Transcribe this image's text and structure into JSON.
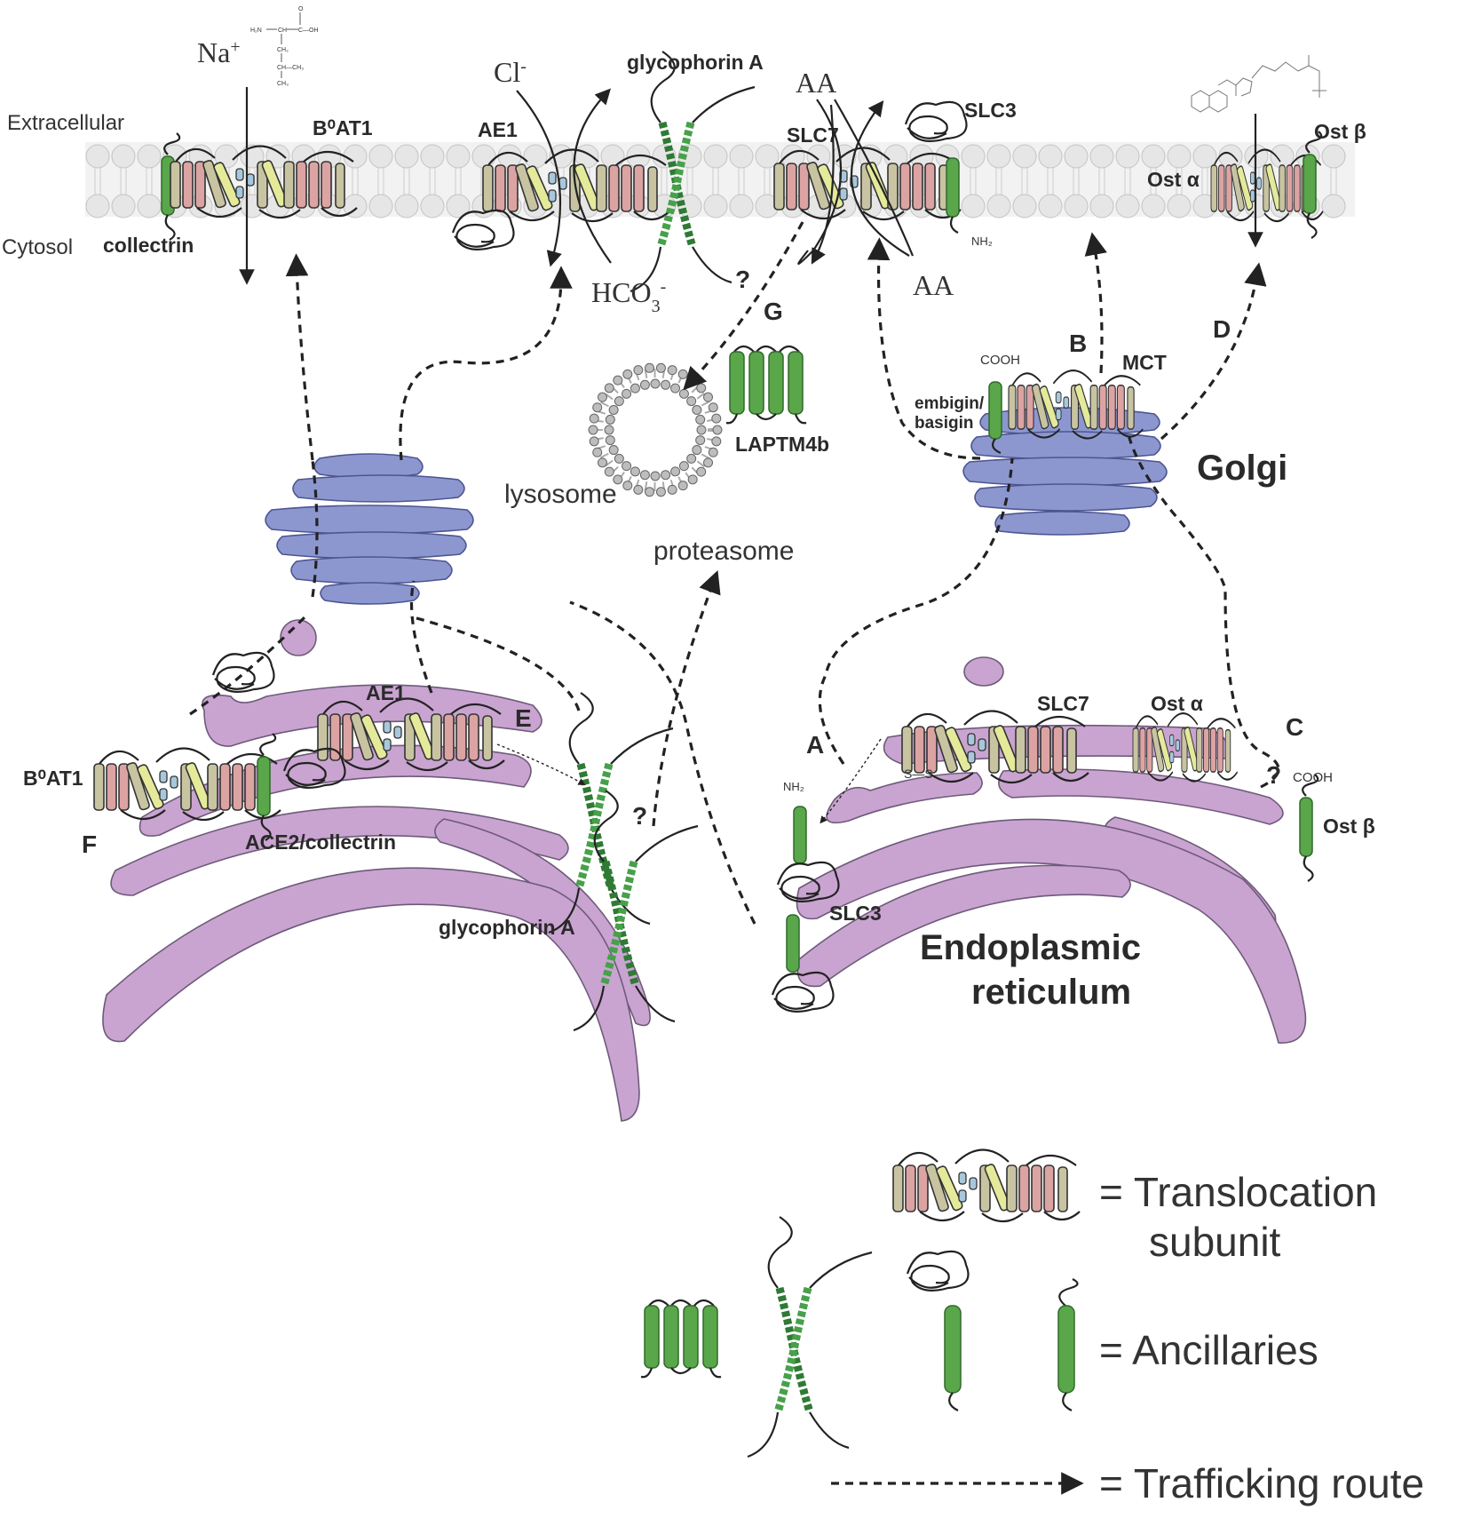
{
  "membrane": {
    "extracellular": "Extracellular",
    "cytosol": "Cytosol"
  },
  "substrates": {
    "na": "Na",
    "na_sup": "+",
    "cl": "Cl",
    "cl_sup": "-",
    "hco3": "HCO",
    "hco3_sub": "3",
    "hco3_sup": "-",
    "aa_top": "AA",
    "aa_bottom": "AA"
  },
  "molecule_labels": {
    "h2n": "H₂N",
    "ch": "CH",
    "cooh_small": "C—OH",
    "o": "O",
    "ch2": "CH₂",
    "ch_iso": "CH—CH₃",
    "ch3": "CH₃"
  },
  "proteins": {
    "b0at1_top": "B⁰AT1",
    "collectrin": "collectrin",
    "ae1_top": "AE1",
    "glycophorin_top": "glycophorin A",
    "slc7_top": "SLC7",
    "slc3_top": "SLC3",
    "nh2_top": "NH₂",
    "ost_beta_top": "Ost β",
    "ost_alpha_top": "Ost α",
    "laptm4b": "LAPTM4b",
    "embigin": "embigin/",
    "basigin": "basigin",
    "cooh_golgi": "COOH",
    "mct": "MCT",
    "ae1_er": "AE1",
    "b0at1_er": "B⁰AT1",
    "ace2": "ACE2/collectrin",
    "glycophorin_er": "glycophorin A",
    "slc7_er": "SLC7",
    "ost_alpha_er": "Ost α",
    "nh2_er": "NH₂",
    "slc3_er": "SLC3",
    "cooh_er": "COOH",
    "ost_beta_er": "Ost β",
    "ss": "S—S"
  },
  "organelles": {
    "lysosome": "lysosome",
    "proteasome": "proteasome",
    "golgi": "Golgi",
    "er_line1": "Endoplasmic",
    "er_line2": "reticulum"
  },
  "routes": {
    "a": "A",
    "b": "B",
    "c": "C",
    "d": "D",
    "e": "E",
    "f": "F",
    "g": "G",
    "q": "?"
  },
  "legend": {
    "translocation_1": "= Translocation",
    "translocation_2": "subunit",
    "ancillaries": "= Ancillaries",
    "trafficking": "= Trafficking route"
  },
  "colors": {
    "er": "#c9a4d0",
    "golgi": "#8d97cf",
    "ancillary_green": "#5aa64a",
    "helix_pink": "#dca3a3",
    "helix_yellow": "#e4ea9a",
    "helix_khaki": "#c8c4a2",
    "helix_blue": "#a7c8dc"
  }
}
